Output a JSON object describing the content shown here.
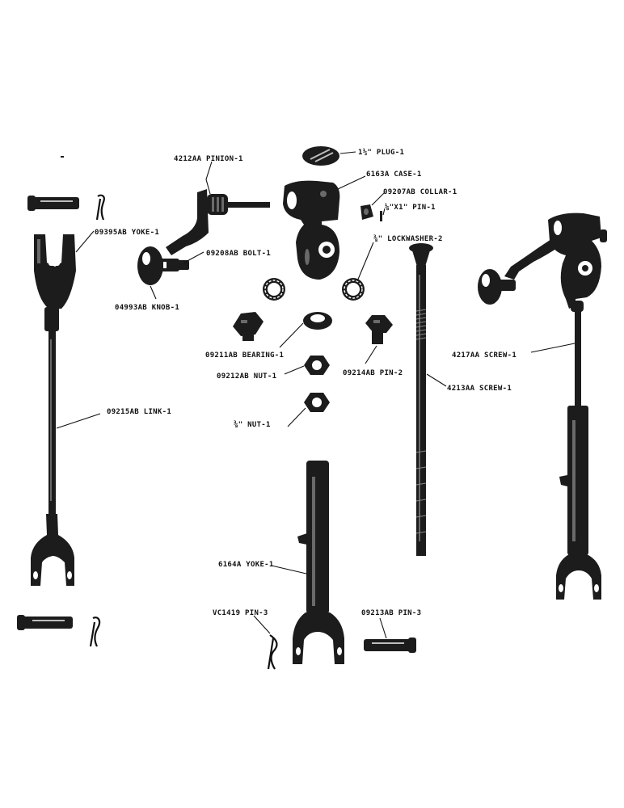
{
  "labels": {
    "plug": "1⅓\" PLUG-1",
    "case": "6163A CASE-1",
    "pinion": "4212AA PINION-1",
    "collar": "09207AB COLLAR-1",
    "pin_small": "⅛\"X1\" PIN-1",
    "lockwasher": "⅜\" LOCKWASHER-2",
    "yoke_top": "09395AB YOKE-1",
    "bolt": "09208AB BOLT-1",
    "knob": "04993AB KNOB-1",
    "bearing": "09211AB BEARING-1",
    "nut_09212": "09212AB NUT-1",
    "pin_09214": "09214AB PIN-2",
    "screw_4213": "4213AA SCREW-1",
    "screw_4217": "4217AA SCREW-1",
    "link": "09215AB LINK-1",
    "nut_3_8": "⅜\" NUT-1",
    "yoke_6164": "6164A YOKE-1",
    "pin_vc1419": "VC1419 PIN-3",
    "pin_09213": "09213AB PIN-3"
  }
}
